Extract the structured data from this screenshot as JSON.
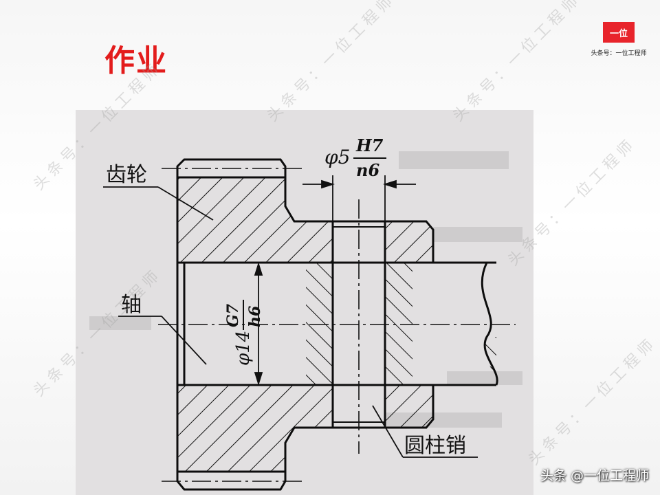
{
  "slide": {
    "title": "作业"
  },
  "logo": {
    "badge": "一位",
    "subtitle": "头条号：一位工程师"
  },
  "watermark": {
    "text": "头条号：一位工程师"
  },
  "diagram": {
    "labels": {
      "gear": "齿轮",
      "shaft": "轴",
      "pin": "圆柱销",
      "pin_dim_base": "φ5",
      "pin_dim_upper": "H7",
      "pin_dim_lower": "n6",
      "bore_dim_base": "φ14",
      "bore_dim_upper": "G7",
      "bore_dim_lower": "h6"
    }
  },
  "footer": {
    "credit": "头条 @一位工程师"
  }
}
